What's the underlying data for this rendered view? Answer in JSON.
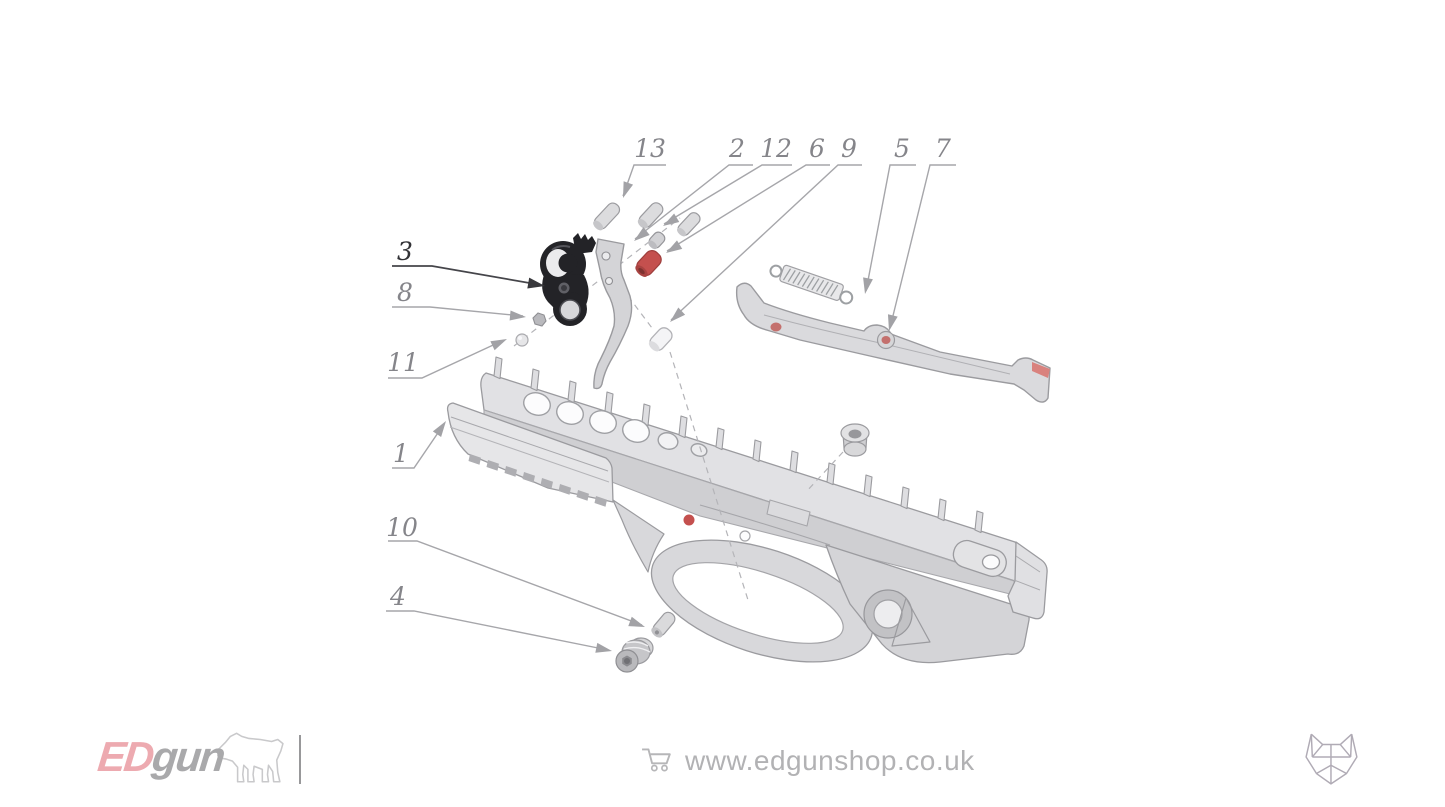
{
  "page": {
    "background_color": "#ffffff"
  },
  "diagram": {
    "description": "Exploded parts view of EDgun trigger assembly",
    "accent_color": "#c4504e",
    "part_fill_color": "#dcdcdf",
    "part_line_color": "#9b9b9f",
    "leader_line_color": "#a6a6aa",
    "label_color": "#85858a",
    "label_dark_color": "#323236",
    "callouts": [
      {
        "label": "13"
      },
      {
        "label": "2"
      },
      {
        "label": "12"
      },
      {
        "label": "6"
      },
      {
        "label": "9"
      },
      {
        "label": "5"
      },
      {
        "label": "7"
      },
      {
        "label": "3"
      },
      {
        "label": "8"
      },
      {
        "label": "11"
      },
      {
        "label": "1"
      },
      {
        "label": "10"
      },
      {
        "label": "4"
      }
    ]
  },
  "footer": {
    "brand_ed": "ED",
    "brand_gun": "gun",
    "brand_ed_color": "#edaab0",
    "brand_gun_color": "#a9a9ab",
    "dog_icon": "rottweiler-silhouette",
    "cart_icon": "shopping-cart",
    "website_url": "www.edgunshop.co.uk",
    "url_color": "#b2b2b4",
    "fox_icon": "geometric-fox-head"
  }
}
